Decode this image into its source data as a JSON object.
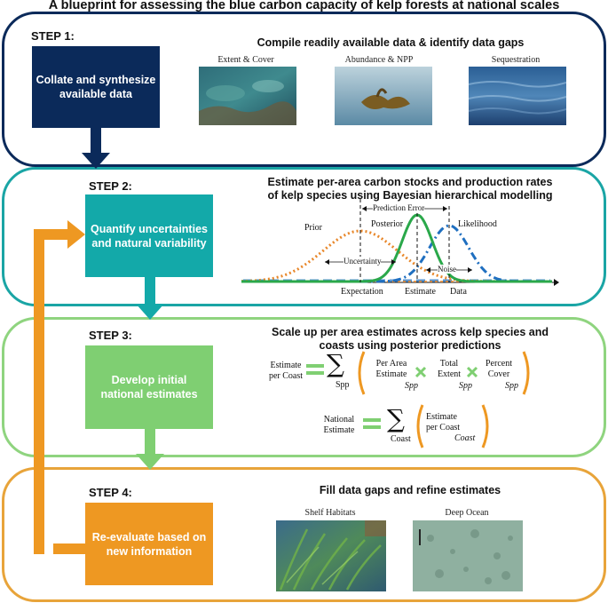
{
  "title": "A blueprint for assessing the blue carbon capacity of kelp forests at national scales",
  "steps": [
    {
      "label": "STEP 1:",
      "heading": "Compile readily available data & identify data gaps",
      "box": "Collate and synthesize available data",
      "images": [
        "Extent & Cover",
        "Abundance & NPP",
        "Sequestration"
      ]
    },
    {
      "label": "STEP 2:",
      "heading_line1": "Estimate per-area carbon stocks and production rates",
      "heading_line2": "of kelp species using Bayesian hierarchical modelling",
      "box": "Quantify uncertainties and natural variability"
    },
    {
      "label": "STEP 3:",
      "heading_line1": "Scale up per area estimates across kelp species and",
      "heading_line2": "coasts using posterior predictions",
      "box": "Develop initial national estimates"
    },
    {
      "label": "STEP 4:",
      "heading": "Fill data gaps and refine estimates",
      "box": "Re-evaluate based on new information",
      "images": [
        "Shelf Habitats",
        "Deep Ocean"
      ]
    }
  ],
  "bayes": {
    "prior": "Prior",
    "posterior": "Posterior",
    "likelihood": "Likelihood",
    "prediction_error": "Prediction Error",
    "uncertainty": "Uncertainty",
    "noise": "Noise",
    "expectation": "Expectation",
    "estimate": "Estimate",
    "data": "Data",
    "colors": {
      "prior": "#e8872a",
      "posterior": "#2aa84a",
      "likelihood": "#1f6fc0"
    }
  },
  "equation1": {
    "lhs_line1": "Estimate",
    "lhs_line2": "per Coast",
    "sum_symbol": "∑",
    "sum_index": "Spp",
    "term1_line1": "Per Area",
    "term1_line2": "Estimate",
    "term1_index": "Spp",
    "term2_line1": "Total",
    "term2_line2": "Extent",
    "term2_index": "Spp",
    "term3_line1": "Percent",
    "term3_line2": "Cover",
    "term3_index": "Spp"
  },
  "equation2": {
    "lhs_line1": "National",
    "lhs_line2": "Estimate",
    "sum_symbol": "∑",
    "sum_index": "Coast",
    "term_line1": "Estimate",
    "term_line2": "per Coast",
    "term_index": "Coast"
  },
  "colors": {
    "step1": "#0b2a5a",
    "step2": "#13a9a9",
    "step3": "#7fcf72",
    "step4": "#ee9822"
  }
}
